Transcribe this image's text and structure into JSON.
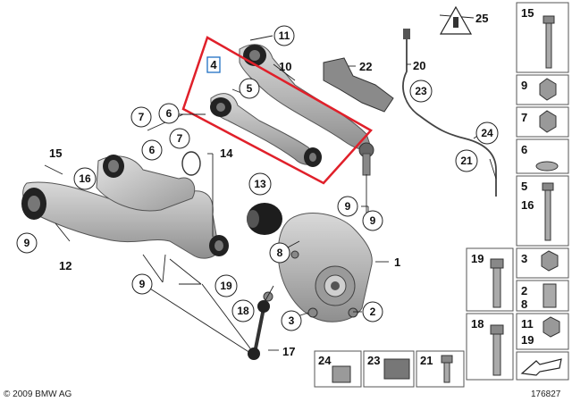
{
  "diagram": {
    "copyright": "© 2009 BMW AG",
    "drawing_number": "176827",
    "highlighted_part": "4",
    "highlight_color": "#e0202a",
    "part_color": "#b9b9b9"
  },
  "callouts": {
    "c1": "1",
    "c2": "2",
    "c3": "3",
    "c4": "4",
    "c5": "5",
    "c6a": "6",
    "c6b": "6",
    "c7a": "7",
    "c7b": "7",
    "c8": "8",
    "c9a": "9",
    "c9b": "9",
    "c9c": "9",
    "c9d": "9",
    "c10": "10",
    "c11": "11",
    "c12": "12",
    "c13": "13",
    "c14": "14",
    "c15": "15",
    "c16": "16",
    "c17": "17",
    "c18": "18",
    "c19": "19",
    "c20": "20",
    "c21": "21",
    "c22": "22",
    "c23": "23",
    "c24": "24",
    "c25": "25"
  },
  "side_panel": {
    "p15": "15",
    "p9": "9",
    "p7": "7",
    "p6": "6",
    "p5": "5",
    "p16": "16",
    "p19": "19",
    "p3": "3",
    "p2": "2",
    "p8": "8",
    "p18": "18",
    "p11": "11",
    "p19b": "19"
  },
  "bottom_panel": {
    "b24": "24",
    "b23": "23",
    "b21": "21"
  }
}
